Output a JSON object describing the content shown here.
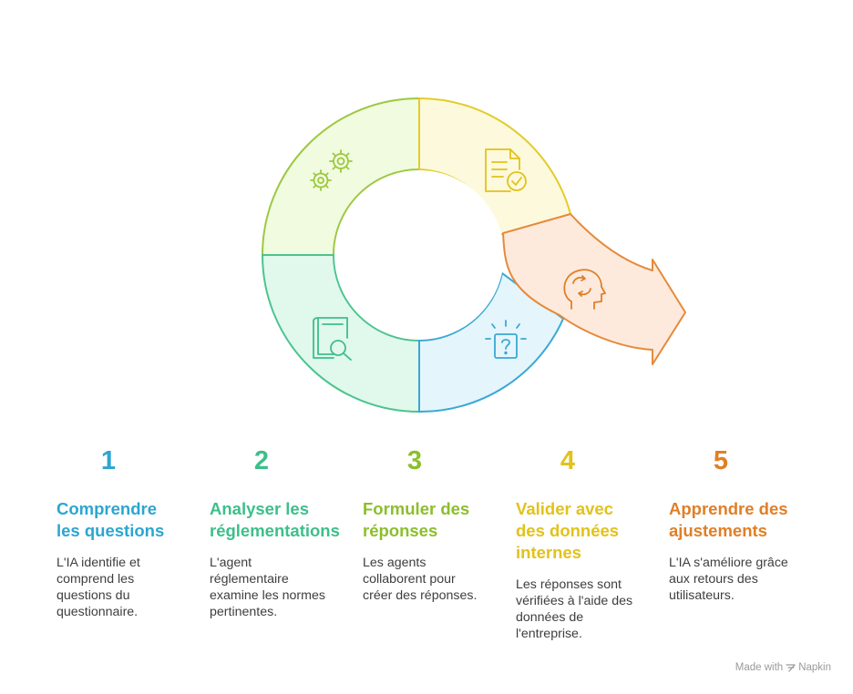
{
  "steps": [
    {
      "number": "1",
      "title_lines": [
        "Comprendre",
        "les questions"
      ],
      "description_lines": [
        "L'IA identifie et",
        "comprend les",
        "questions du",
        "questionnaire."
      ],
      "color": "#2ca6cf",
      "icon": "book-search-icon"
    },
    {
      "number": "2",
      "title_lines": [
        "Analyser les",
        "réglementations"
      ],
      "description_lines": [
        "L'agent",
        "réglementaire",
        "examine les normes",
        "pertinentes."
      ],
      "color": "#3dbf8a",
      "icon": "gears-icon"
    },
    {
      "number": "3",
      "title_lines": [
        "Formuler des",
        "réponses"
      ],
      "description_lines": [
        "Les agents",
        "collaborent pour",
        "créer des réponses."
      ],
      "color": "#8bbf2b",
      "icon": "document-check-icon"
    },
    {
      "number": "4",
      "title_lines": [
        "Valider avec",
        "des données",
        "internes"
      ],
      "description_lines": [
        "Les réponses sont",
        "vérifiées à l'aide des",
        "données de",
        "l'entreprise."
      ],
      "color": "#e2c21a",
      "icon": "question-box-icon"
    },
    {
      "number": "5",
      "title_lines": [
        "Apprendre des",
        "ajustements"
      ],
      "description_lines": [
        "L'IA s'améliore grâce",
        "aux retours des",
        "utilisateurs."
      ],
      "color": "#e07f27",
      "icon": "head-cycle-icon"
    }
  ],
  "footer": {
    "made_with": "Made with",
    "brand": "Napkin"
  }
}
